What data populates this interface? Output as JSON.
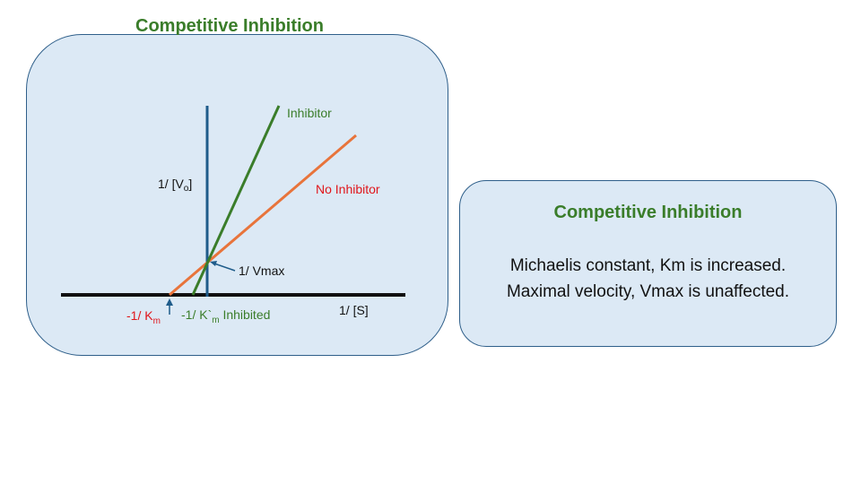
{
  "diagram": {
    "title": "Competitive Inhibition",
    "y_axis_label": "1/ [V",
    "y_axis_label_sub": "o",
    "y_axis_label_end": "]",
    "x_axis_label": "1/ [S]",
    "inhibitor_label": "Inhibitor",
    "no_inhibitor_label": "No Inhibitor",
    "vmax_label": "1/ Vmax",
    "km_label": "-1/ K",
    "km_label_sub": "m",
    "km_inhibited_label": "-1/ K`",
    "km_inhibited_sub": "m",
    "km_inhibited_suffix": " Inhibited",
    "colors": {
      "inhibitor_line": "#3a7d2a",
      "no_inhibitor_line": "#e8743b",
      "y_axis": "#1f5c8a",
      "x_axis": "#111111",
      "red_text": "#e0161b",
      "green_text": "#3a7d2a"
    }
  },
  "summary": {
    "title": "Competitive Inhibition",
    "line1": "Michaelis constant, Km is increased.",
    "line2": "Maximal velocity, Vmax is unaffected."
  }
}
